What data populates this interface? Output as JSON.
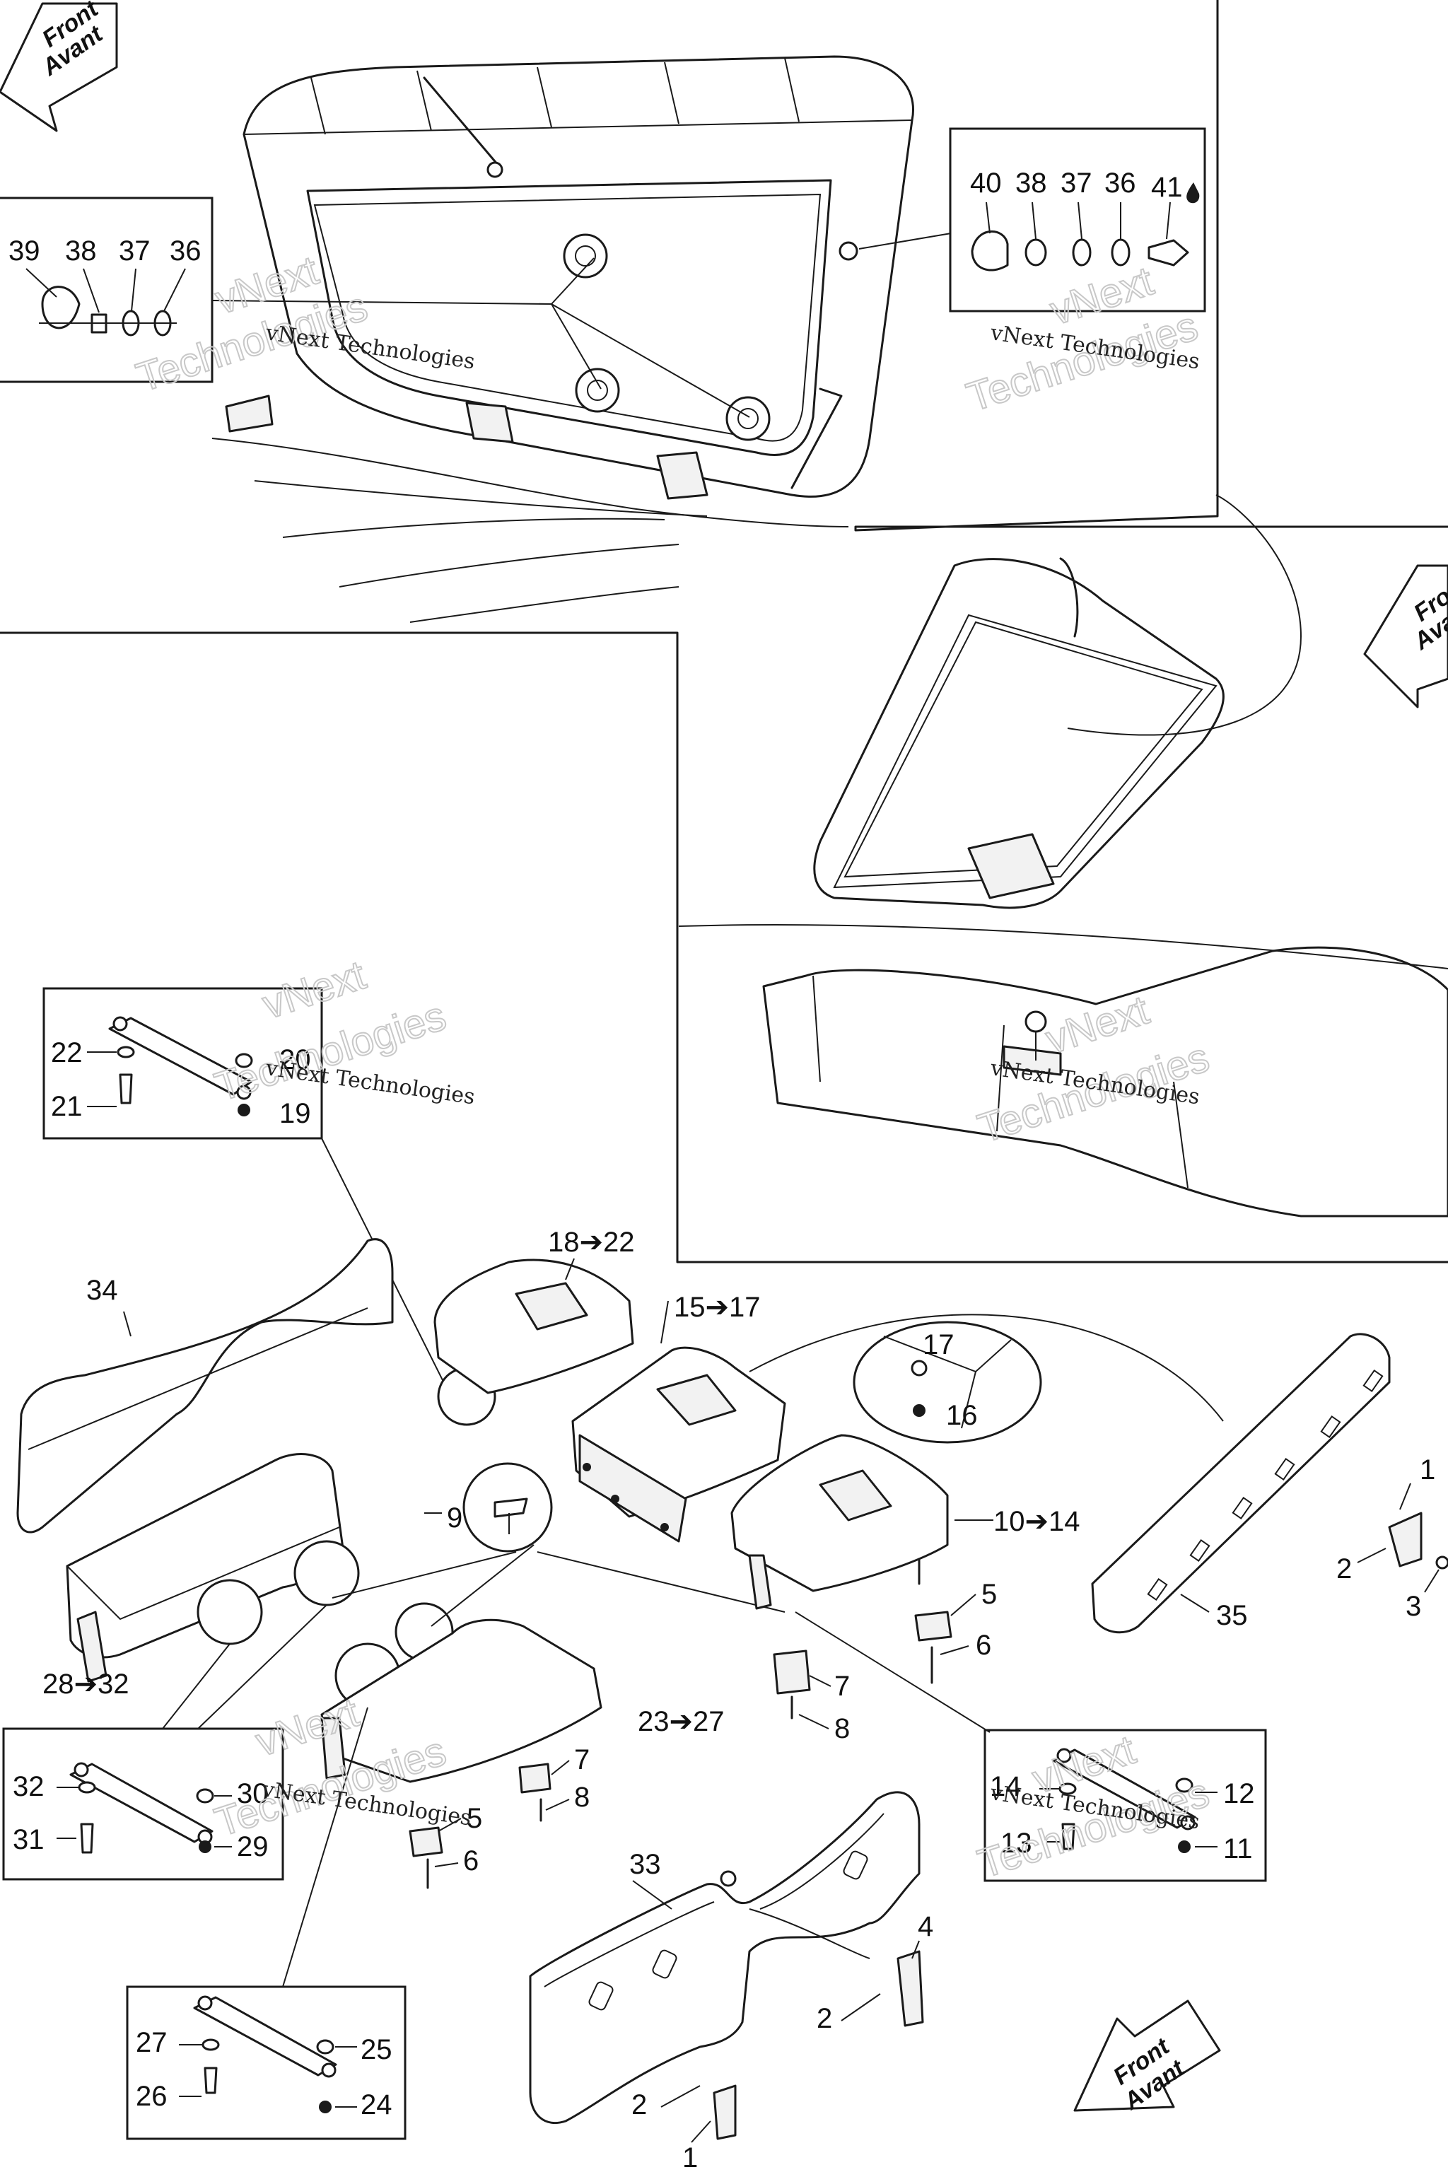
{
  "diagram": {
    "front_arrow": {
      "line1": "Front",
      "line2": "Avant"
    },
    "watermark": {
      "line1": "vNext",
      "line2": "Technologies",
      "caption": "vNext Technologies"
    },
    "callouts": {
      "c39": "39",
      "c38a": "38",
      "c37a": "37",
      "c36a": "36",
      "c40": "40",
      "c38b": "38",
      "c37b": "37",
      "c36b": "36",
      "c41": "41",
      "c22": "22",
      "c20": "20",
      "c21": "21",
      "c19": "19",
      "c18_22": "18➔22",
      "c15_17": "15➔17",
      "c17": "17",
      "c16": "16",
      "c34": "34",
      "c9": "9",
      "c10_14": "10➔14",
      "c1a": "1",
      "c2a": "2",
      "c3": "3",
      "c35": "35",
      "c5a": "5",
      "c6a": "6",
      "c7a": "7",
      "c8a": "8",
      "c28_32": "28➔32",
      "c23_27": "23➔27",
      "c7b": "7",
      "c8b": "8",
      "c5b": "5",
      "c6b": "6",
      "c32": "32",
      "c30": "30",
      "c31": "31",
      "c29": "29",
      "c14": "14",
      "c12": "12",
      "c13": "13",
      "c11": "11",
      "c33": "33",
      "c4": "4",
      "c2b": "2",
      "c2c": "2",
      "c1b": "1",
      "c27": "27",
      "c25": "25",
      "c26": "26",
      "c24": "24"
    }
  }
}
